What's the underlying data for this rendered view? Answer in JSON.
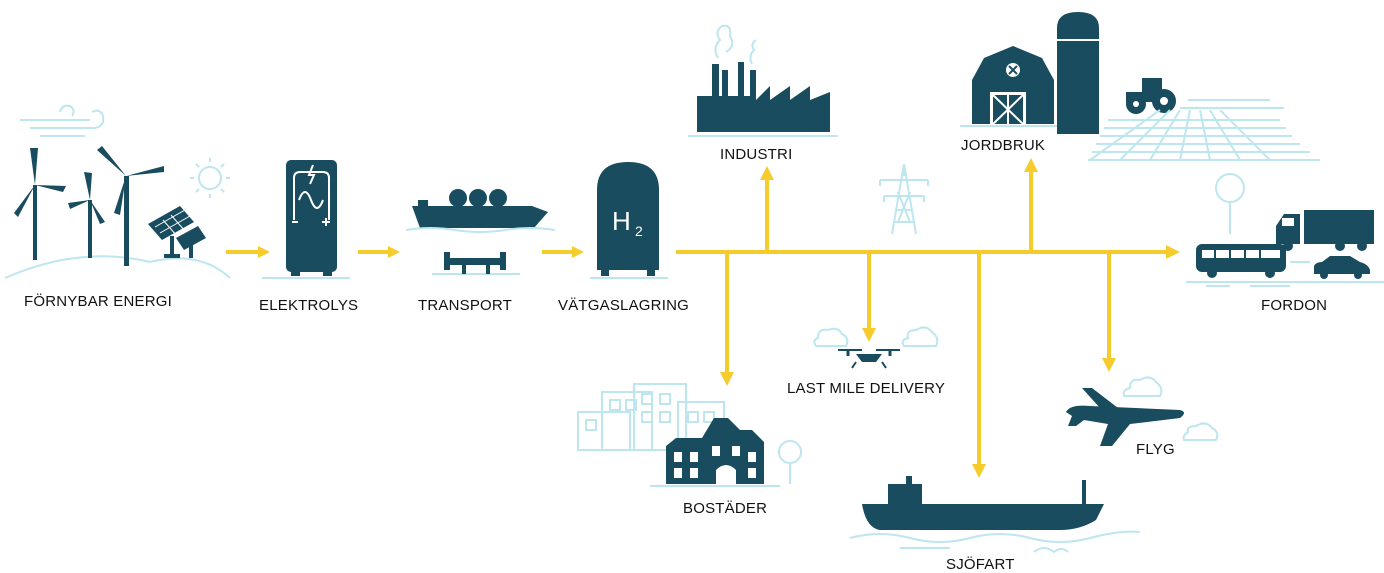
{
  "labels": {
    "renewable": "FÖRNYBAR ENERGI",
    "electrolysis": "ELEKTROLYS",
    "transport": "TRANSPORT",
    "storage": "VÄTGASLAGRING",
    "industry": "INDUSTRI",
    "agriculture": "JORDBRUK",
    "vehicles": "FORDON",
    "last_mile": "LAST MILE DELIVERY",
    "housing": "BOSTÄDER",
    "aviation": "FLYG",
    "shipping": "SJÖFART"
  },
  "tank_text": {
    "h": "H",
    "sub": "2"
  },
  "colors": {
    "flow": "#f6cc2c",
    "dark": "#184c5e",
    "pale": "#bde6ee"
  },
  "icons": [
    "wind-turbine-icon",
    "sun-icon",
    "solar-panel-icon",
    "electrolyzer-icon",
    "ship-icon",
    "pipeline-icon",
    "hydrogen-tank-icon",
    "factory-icon",
    "barn-icon",
    "silo-icon",
    "tractor-icon",
    "pylon-icon",
    "truck-icon",
    "bus-icon",
    "car-icon",
    "tree-icon",
    "drone-icon",
    "cloud-icon",
    "house-icon",
    "apartment-icon",
    "airplane-icon",
    "cargo-ship-icon"
  ]
}
